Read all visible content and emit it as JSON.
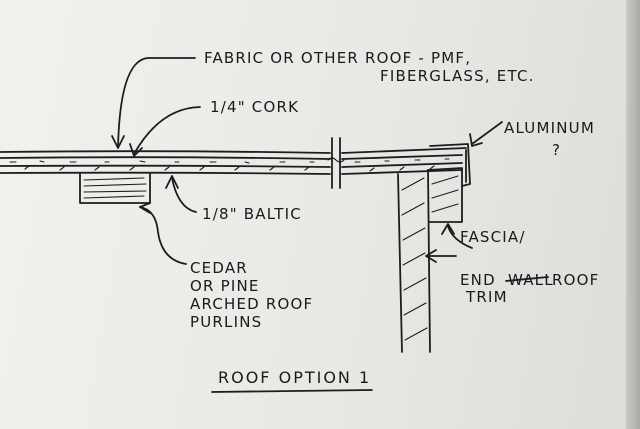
{
  "diagram": {
    "labels": {
      "roof_fabric_line1": "FABRIC OR OTHER ROOF - PMF,",
      "roof_fabric_line2": "FIBERGLASS, ETC.",
      "cork": "1/4\" CORK",
      "baltic": "1/8\" BALTIC",
      "aluminum": "ALUMINUM",
      "aluminum_query": "?",
      "fascia_line1": "FASCIA/",
      "fascia_line2_start": "END",
      "fascia_line2_struck": "WALL",
      "fascia_line2_end": "ROOF",
      "fascia_line3": "TRIM",
      "purlin_line1": "CEDAR",
      "purlin_line2": "OR PINE",
      "purlin_line3": "ARCHED ROOF",
      "purlin_line4": "PURLINS",
      "title": "ROOF OPTION 1"
    },
    "colors": {
      "ink": "#1d1d1f",
      "paper": "#efefec"
    }
  }
}
